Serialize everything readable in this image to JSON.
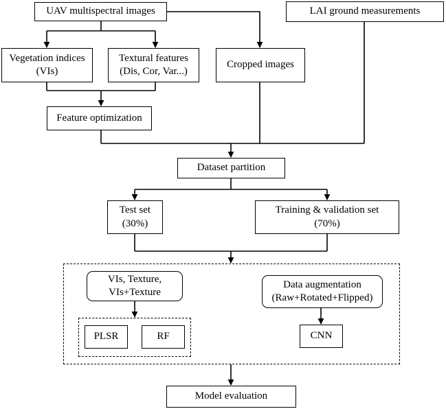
{
  "nodes": {
    "uav": {
      "line1": "UAV multispectral images"
    },
    "lai": {
      "line1": "LAI ground measurements"
    },
    "vis": {
      "line1": "Vegetation indices",
      "line2": "(VIs)"
    },
    "textural": {
      "line1": "Textural features",
      "line2": "(Dis, Cor, Var...)"
    },
    "cropped": {
      "line1": "Cropped images"
    },
    "feature_opt": {
      "line1": "Feature optimization"
    },
    "dataset": {
      "line1": "Dataset partition"
    },
    "test": {
      "line1": "Test set",
      "line2": "(30%)"
    },
    "train": {
      "line1": "Training & validation set",
      "line2": "(70%)"
    },
    "inputs": {
      "line1": "VIs, Texture,",
      "line2": "VIs+Texture"
    },
    "augment": {
      "line1": "Data augmentation",
      "line2": "(Raw+Rotated+Flipped)"
    },
    "plsr": {
      "line1": "PLSR"
    },
    "rf": {
      "line1": "RF"
    },
    "cnn": {
      "line1": "CNN"
    },
    "evaluation": {
      "line1": "Model evaluation"
    }
  }
}
